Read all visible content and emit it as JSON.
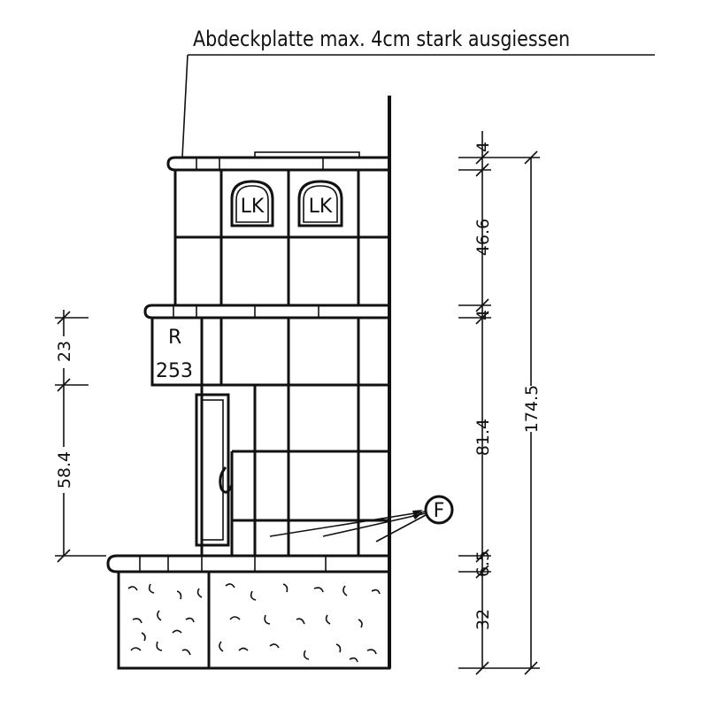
{
  "title": "Abdeckplatte max. 4cm stark ausgiessen",
  "tile_labels": [
    "LK",
    "LK"
  ],
  "radiator_label": {
    "line1": "R",
    "line2": "253"
  },
  "marker": "F",
  "dimensions_right": [
    "4",
    "46.6",
    "4",
    "81.4",
    "6.5",
    "32"
  ],
  "dimension_total": "174.5",
  "dimensions_left": [
    "23",
    "58.4"
  ]
}
